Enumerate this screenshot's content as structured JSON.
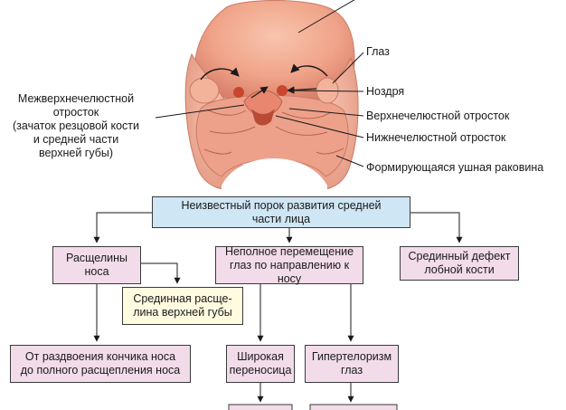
{
  "labels": {
    "eye": "Глаз",
    "nostril": "Ноздря",
    "maxillary": "Верхнечелюстной отросток",
    "mandibular": "Нижнечелюстной отросток",
    "ear": "Формирующаяся ушная раковина",
    "intermaxillary": [
      "Межверхнечелюстной",
      "отросток",
      "(зачаток резцовой кости",
      "и средней части",
      "верхней губы)"
    ]
  },
  "boxes": {
    "root": "Неизвестный порок развития средней\nчасти лица",
    "nose_cleft": "Расщелины\nноса",
    "eye_migration": "Неполное перемещение\nглаз по направлению к носу",
    "frontal_defect": "Срединный дефект\nлобной кости",
    "lip_cleft": "Срединная расще-\nлина верхней губы",
    "nose_split": "От раздвоения кончика носа\nдо полного расщепления носа",
    "wide_bridge": "Широкая\nпереносица",
    "hypertelorism": "Гипертелоризм\nглаз"
  },
  "colors": {
    "root_fill": "#cfe6f4",
    "node_fill": "#f2dcea",
    "note_fill": "#fffbe0",
    "skin": "#f2a98f"
  }
}
